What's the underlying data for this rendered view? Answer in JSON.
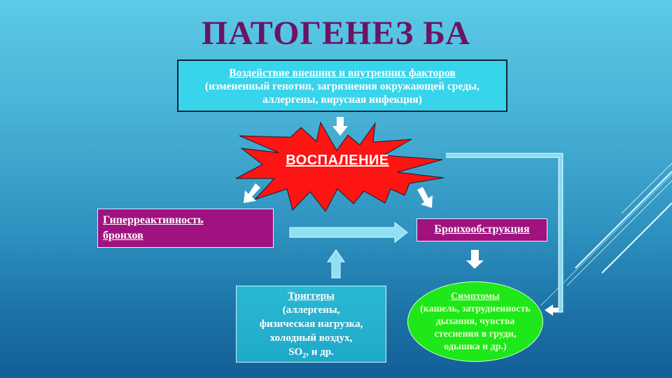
{
  "title": "ПАТОГЕНЕЗ БА",
  "factors": {
    "heading": "Воздействие внешних и внутренних факторов",
    "line1": "(измененный генотип, загрязнения окружающей среды,",
    "line2": "аллергены, вирусная инфекция)"
  },
  "inflammation": {
    "label": "ВОСПАЛЕНИЕ"
  },
  "hyperreactivity": {
    "line1": "Гиперреактивность",
    "line2": "бронхов"
  },
  "bronchoobstruction": {
    "label": "Бронхообструкция"
  },
  "triggers": {
    "heading": "Триггеры",
    "line1": "(аллергены,",
    "line2": "физическая нагрузка,",
    "line3": "холодный воздух,",
    "line4_prefix": "SO",
    "line4_sub": "2",
    "line4_suffix": ", и др."
  },
  "symptoms": {
    "heading": "Симптомы",
    "line1": "(кашель, затрудненность",
    "line2": "дыхания, чувства",
    "line3": "стеснения в груди,",
    "line4": "одышка и др.)"
  },
  "colors": {
    "title": "#6b1462",
    "factors_box": "#37d4eb",
    "inflammation_burst": "#ff1414",
    "purple_box": "#a0127f",
    "triggers_box": "#1fa9c9",
    "symptoms_ellipse": "#1ee81a",
    "arrow_white": "#ffffff",
    "arrow_light": "#8fe0f2"
  },
  "connections": [
    {
      "from": "factors",
      "to": "inflammation",
      "arrow": "arrow-down-icon"
    },
    {
      "from": "inflammation",
      "to": "hyperreactivity",
      "arrow": "arrow-down-left-icon"
    },
    {
      "from": "inflammation",
      "to": "bronchoobstruction",
      "arrow": "arrow-down-right-icon"
    },
    {
      "from": "hyperreactivity",
      "to": "bronchoobstruction",
      "arrow": "arrow-right-icon"
    },
    {
      "from": "triggers",
      "to": "hyperreactivity-bronchoobstruction-link",
      "arrow": "arrow-up-icon"
    },
    {
      "from": "bronchoobstruction",
      "to": "symptoms",
      "arrow": "arrow-down-icon"
    },
    {
      "from": "inflammation",
      "to": "symptoms",
      "arrow": "arrow-left-icon"
    }
  ]
}
